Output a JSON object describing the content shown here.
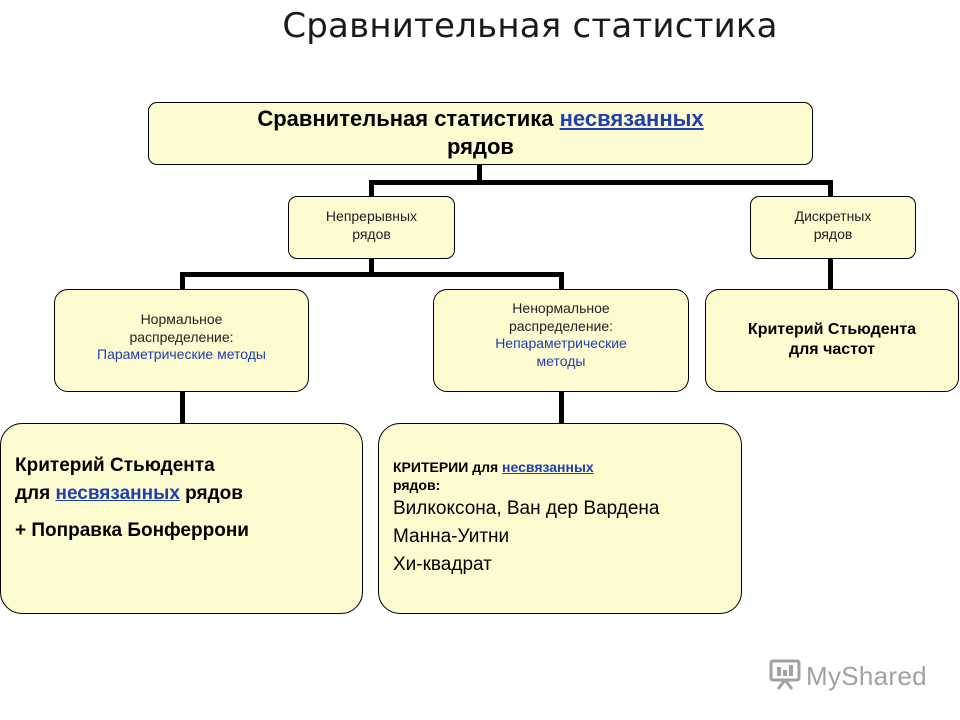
{
  "title": "Сравнительная статистика",
  "root": {
    "text_before": "Сравнительная статистика ",
    "link": "несвязанных",
    "text_after": "рядов"
  },
  "continuous": {
    "line1": "Непрерывных",
    "line2": "рядов"
  },
  "discrete": {
    "line1": "Дискретных",
    "line2": "рядов"
  },
  "normal": {
    "line1": "Нормальное",
    "line2": "распределение:",
    "line3": "Параметрические методы"
  },
  "nonnormal": {
    "line1": "Ненормальное",
    "line2": "распределение:",
    "line3": "Непараметрические",
    "line4": "методы"
  },
  "student_freq": {
    "line1": "Критерий Стьюдента",
    "line2": "для частот"
  },
  "student_unrelated": {
    "line1": "Критерий Стьюдента",
    "line2_before": "для ",
    "line2_link": "несвязанных",
    "line2_after": " рядов",
    "line3": "+ Поправка Бонферрони"
  },
  "criteria": {
    "head_bold": "КРИТЕРИИ",
    "head_mid": " для ",
    "head_link": "несвязанных",
    "head_line2": "рядов:",
    "item1": "Вилкоксона, Ван дер Вардена",
    "item2": "Манна-Уитни",
    "item3": "Хи-квадрат"
  },
  "watermark": {
    "text": "MyShared",
    "icon": "presentation-board-icon"
  },
  "colors": {
    "box_fill": "#fdfbd0",
    "link": "#1f3fae",
    "line": "#000000"
  }
}
